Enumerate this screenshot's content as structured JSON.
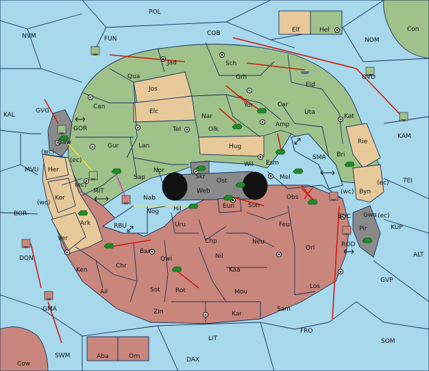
{
  "colors": {
    "sea": "#a8d8ec",
    "green_power": "#9ec28a",
    "tan_power": "#e8c99a",
    "red_power": "#c8867c",
    "neutral": "#8a8a8a",
    "order_arrow": "#d01a10",
    "support_arrow": "#f0e030",
    "convoy_arrow": "#d040c0",
    "unit_army": "#1f8a2a"
  },
  "sea_labels": {
    "pol": "POL",
    "nvm": "NVM",
    "fun": "FUN",
    "cob": "COB",
    "nom": "NOM",
    "con": "Con",
    "kal": "KAL",
    "gvg": "GVG",
    "gor": "GOR",
    "wc_gaw": "(wc)",
    "ec_gaw": "(ec)",
    "mvu": "MVU",
    "mit": "MIT",
    "ec_mit": "(ec)",
    "wc_kor": "(wc)",
    "bor": "BOR",
    "rbu": "RBU",
    "dqn": "DQN",
    "gma": "GMA",
    "swm": "SWM",
    "cow": "Cow",
    "lit": "LIT",
    "dax": "DAX",
    "fro": "FRO",
    "som": "SOM",
    "gvp": "GVP",
    "alt": "ALT",
    "kup": "KUP",
    "tei": "TEI",
    "ovd": "OVD",
    "kam": "KAM",
    "sma": "SMA",
    "buc": "BUC",
    "wc_buc": "(wc)",
    "ec_byn": "(ec)",
    "ec_gwa": "(ec)",
    "rod": "ROD"
  },
  "land_labels": {
    "elf": "Elf",
    "hel": "Hel",
    "jad": "Jad",
    "sch": "Sch",
    "qua": "Qua",
    "jos": "Jos",
    "grh": "Grh",
    "eld": "Eld",
    "can": "Can",
    "elc": "Elc",
    "yor": "Yor",
    "car": "Car",
    "uta": "Uta",
    "kat": "Kat",
    "nar": "Nar",
    "olk": "Olk",
    "amp": "Amp",
    "gaw": "Gaw",
    "tel": "Tel",
    "gur": "Gur",
    "lan": "Lan",
    "hug": "Hug",
    "rie": "Rie",
    "bri": "Bri",
    "esm": "Esm",
    "her": "Her",
    "nor": "Nor",
    "skr": "Skr",
    "wil": "Wil",
    "sap": "Sap",
    "web": "Web",
    "ost": "Ost",
    "mel": "Mel",
    "byn": "Byn",
    "kor": "Kor",
    "nab": "Nab",
    "hil": "Hil",
    "sun": "Sun",
    "eun": "Eun",
    "obs": "Obs",
    "gwa": "Gwa",
    "ark": "Ark",
    "nog": "Nog",
    "uru": "Uru",
    "feu": "Feu",
    "pir": "Pir",
    "ver": "Ver",
    "chp": "Chp",
    "neu": "Neu",
    "orl": "Orl",
    "bar": "Bar",
    "nil": "Nil",
    "ken": "Ken",
    "chr": "Chr",
    "qwi": "Qwi",
    "kaa": "Kaa",
    "ail": "Ail",
    "sot": "Sot",
    "rot": "Rot",
    "mou": "Mou",
    "los": "Los",
    "zin": "Zin",
    "kar": "Kar",
    "sam": "Sam",
    "aba": "Aba",
    "orn": "Orn"
  },
  "units": {
    "fleets": [
      "FUN",
      "OVD",
      "KAM",
      "Eld",
      "GOR",
      "MIT",
      "Nog",
      "BUC",
      "ROD",
      "DQN",
      "GMA"
    ],
    "armies": [
      "Gaw",
      "Sap",
      "Skr",
      "Ost",
      "Yor",
      "Olk",
      "Esm",
      "Mel",
      "Bri",
      "Eun",
      "Obs",
      "Ark",
      "Hil",
      "Chr",
      "Qwi",
      "Pir"
    ]
  }
}
